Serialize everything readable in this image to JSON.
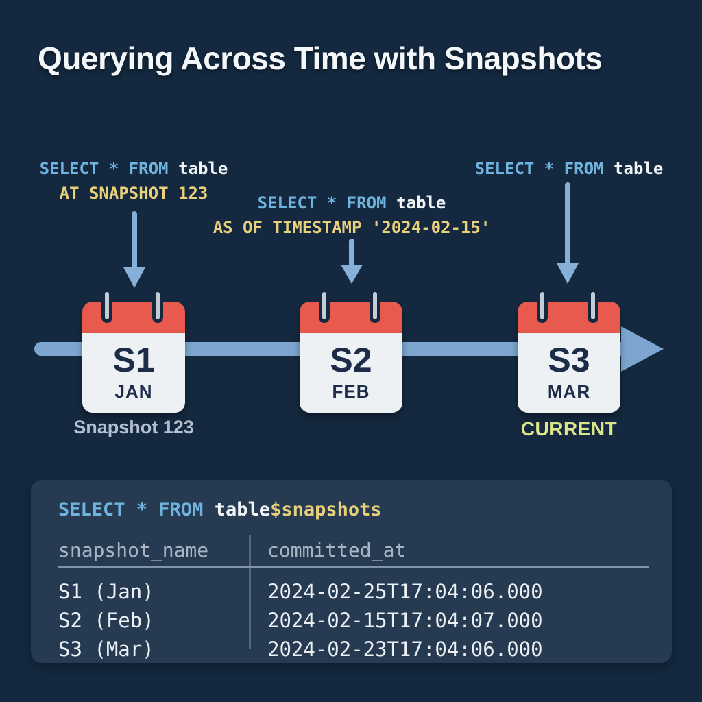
{
  "title": "Querying Across Time with Snapshots",
  "colors": {
    "background": "#14293f",
    "panel": "#263b52",
    "sql_keyword_blue": "#6fb4de",
    "sql_literal_yellow": "#e9d17b",
    "code_white": "#f2f5f8",
    "timeline_blue": "#7ca6cf",
    "calendar_red": "#e85a4e",
    "current_label_green": "#dde68c",
    "muted_label_gray": "#b4c0cf"
  },
  "queries": [
    {
      "keyword": "SELECT * FROM",
      "object": "table",
      "clause": "AT SNAPSHOT 123"
    },
    {
      "keyword": "SELECT * FROM",
      "object": "table",
      "clause": "AS OF TIMESTAMP '2024-02-15'"
    },
    {
      "keyword": "SELECT * FROM",
      "object": "table",
      "clause": ""
    }
  ],
  "snapshots": [
    {
      "id": "S1",
      "month": "JAN",
      "caption": "Snapshot 123"
    },
    {
      "id": "S2",
      "month": "FEB",
      "caption": ""
    },
    {
      "id": "S3",
      "month": "MAR",
      "caption": "CURRENT"
    }
  ],
  "panel": {
    "sql": {
      "keyword": "SELECT * FROM",
      "object": "table",
      "suffix": "$snapshots"
    },
    "table": {
      "columns": [
        "snapshot_name",
        "committed_at"
      ],
      "rows": [
        [
          "S1 (Jan)",
          "2024-02-25T17:04:06.000"
        ],
        [
          "S2 (Feb)",
          "2024-02-15T17:04:07.000"
        ],
        [
          "S3 (Mar)",
          "2024-02-23T17:04:06.000"
        ]
      ]
    }
  }
}
